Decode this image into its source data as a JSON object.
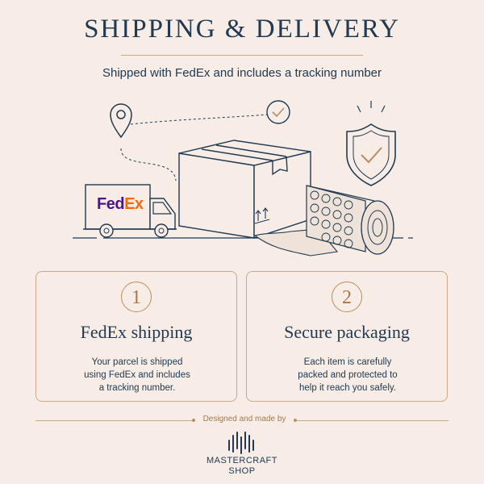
{
  "header": {
    "title": "SHIPPING & DELIVERY",
    "subtitle": "Shipped with FedEx and includes a tracking number"
  },
  "illustration": {
    "truck_label": "FedEx",
    "icons": [
      "location-pin-icon",
      "check-circle-icon",
      "shield-check-icon",
      "delivery-truck-icon",
      "cardboard-box-icon",
      "bubble-wrap-roll-icon"
    ]
  },
  "cards": [
    {
      "number": "1",
      "title": "FedEx shipping",
      "lines": [
        "Your parcel is shipped",
        "using FedEx and includes",
        "a tracking number."
      ]
    },
    {
      "number": "2",
      "title": "Secure packaging",
      "lines": [
        "Each item is carefully",
        "packed and protected to",
        "help it reach you safely."
      ]
    }
  ],
  "footer": {
    "designed_by": "Designed and made by",
    "brand_line1": "MASTERCRAFT",
    "brand_line2": "SHOP"
  },
  "colors": {
    "background": "#f7ede6",
    "navy": "#213a52",
    "gold": "#b88d62",
    "fedex_purple": "#4d148c",
    "fedex_orange": "#ff6600"
  }
}
